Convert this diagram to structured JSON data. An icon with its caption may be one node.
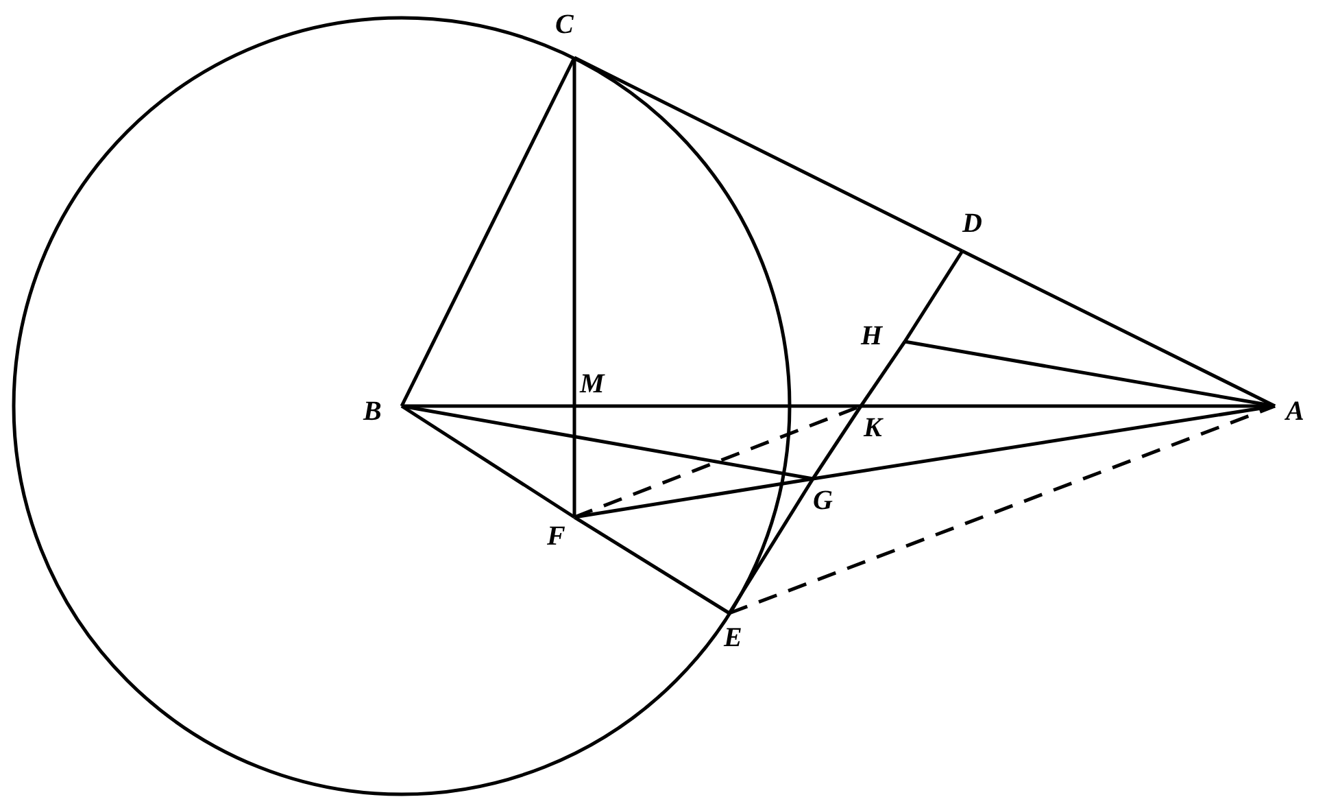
{
  "diagram": {
    "nodes": [
      {
        "text": [
          "C"
        ]
      },
      {
        "text": [
          "D"
        ]
      },
      {
        "text": [
          "H"
        ]
      },
      {
        "text": [
          "B"
        ]
      },
      {
        "text": [
          "M"
        ]
      },
      {
        "text": [
          "A"
        ]
      },
      {
        "text": [
          "K"
        ]
      },
      {
        "text": [
          "G"
        ]
      },
      {
        "text": [
          "F"
        ]
      },
      {
        "text": [
          "E"
        ]
      }
    ],
    "edges": [
      {
        "from": 0,
        "to": 3,
        "arrow": "none"
      },
      {
        "from": 0,
        "to": 4,
        "arrow": "none"
      },
      {
        "from": 4,
        "to": 8,
        "arrow": "none"
      },
      {
        "from": 0,
        "to": 1,
        "arrow": "none"
      },
      {
        "from": 1,
        "to": 5,
        "arrow": "none"
      },
      {
        "from": 3,
        "to": 4,
        "arrow": "none"
      },
      {
        "from": 4,
        "to": 6,
        "arrow": "none"
      },
      {
        "from": 6,
        "to": 5,
        "arrow": "none"
      },
      {
        "from": 2,
        "to": 5,
        "arrow": "none"
      },
      {
        "from": 3,
        "to": 8,
        "arrow": "none"
      },
      {
        "from": 8,
        "to": 9,
        "arrow": "none"
      },
      {
        "from": 3,
        "to": 7,
        "arrow": "none"
      },
      {
        "from": 8,
        "to": 7,
        "arrow": "none"
      },
      {
        "from": 7,
        "to": 5,
        "arrow": "none"
      },
      {
        "from": 9,
        "to": 7,
        "arrow": "none"
      },
      {
        "from": 7,
        "to": 6,
        "arrow": "none"
      },
      {
        "from": 6,
        "to": 2,
        "arrow": "none"
      },
      {
        "from": 2,
        "to": 1,
        "arrow": "none"
      },
      {
        "from": 8,
        "to": 6,
        "arrow": "none",
        "style": "dashed"
      },
      {
        "from": 9,
        "to": 5,
        "arrow": "none",
        "style": "dashed"
      }
    ]
  }
}
